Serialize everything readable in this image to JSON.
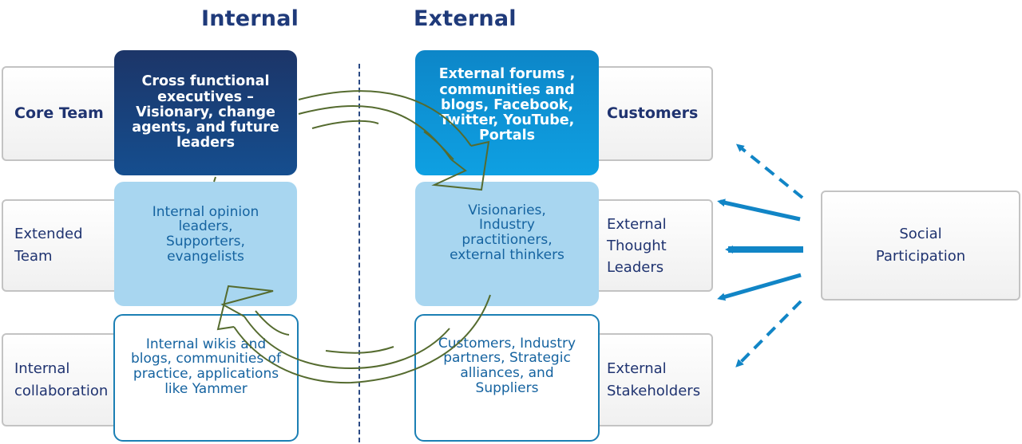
{
  "headers": {
    "internal": "Internal",
    "external": "External"
  },
  "row_labels": {
    "core_team": [
      "Core Team"
    ],
    "extended_team": [
      "Extended",
      "Team"
    ],
    "internal_collaboration": [
      "Internal",
      "collaboration"
    ]
  },
  "right_labels": {
    "customers": [
      "Customers"
    ],
    "external_thought_leaders": [
      "External",
      "Thought",
      "Leaders"
    ],
    "external_stakeholders": [
      "External",
      "Stakeholders"
    ]
  },
  "internal_cards": {
    "core": "Cross functional executives – Visionary, change agents, and future leaders",
    "extended": "Internal opinion leaders, Supporters, evangelists",
    "collaboration": "Internal wikis and blogs, communities of practice, applications like Yammer"
  },
  "external_cards": {
    "forums": "External forums , communities and blogs, Facebook, Twitter, YouTube, Portals",
    "thinkers": "Visionaries, Industry practitioners, external thinkers",
    "stakeholders": "Customers, Industry partners, Strategic alliances, and Suppliers"
  },
  "social": {
    "lines": [
      "Social",
      "Participation"
    ]
  },
  "colors": {
    "title": "#1f3a7a",
    "dark_card": "#1c3568",
    "bright_card": "#0d86c8",
    "light_card": "#a8d6f0",
    "outline": "#1b7fb4",
    "arrow_blue": "#1185c6",
    "cycle_arrow": "#556b2f"
  },
  "icons": {
    "cycle": "circular-arrows-icon",
    "arrows": "blue-arrows-icon"
  }
}
